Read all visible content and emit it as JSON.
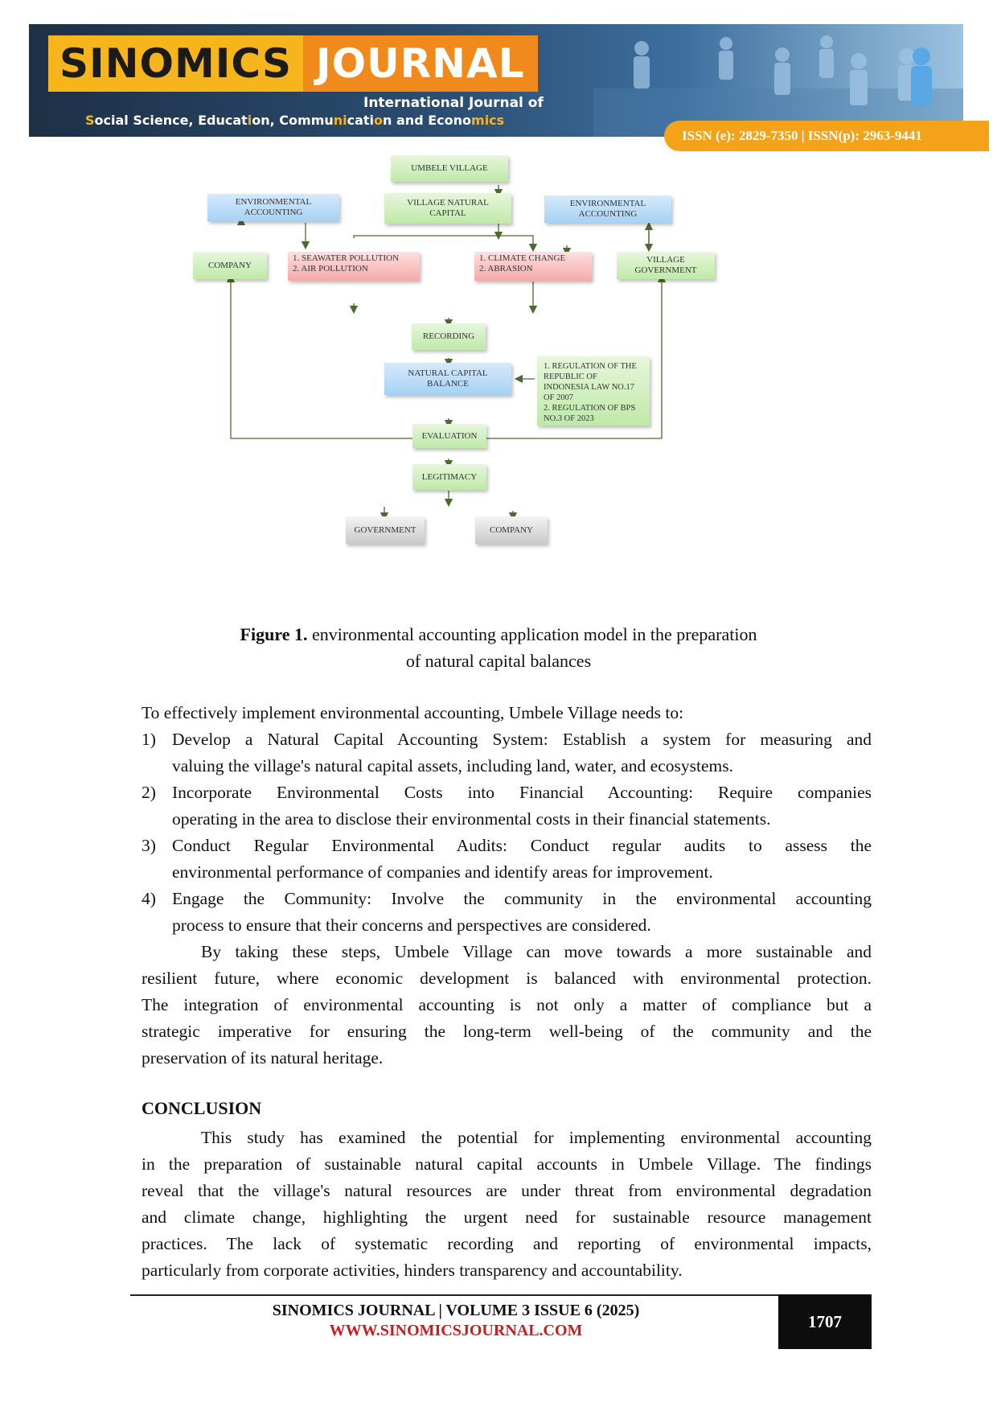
{
  "header": {
    "logo_word1": "SINOMICS",
    "logo_word2": "JOURNAL",
    "subtitle_line1": "International Journal of",
    "subtitle_line2_parts": [
      "S",
      "ocial Science, Educat",
      "i",
      "on, Commu",
      "ni",
      "cati",
      "o",
      "n and Econo",
      "mics"
    ],
    "issn": "ISSN (e): 2829-7350 | ISSN(p): 2963-9441"
  },
  "diagram": {
    "umbele_village": "UMBELE VILLAGE",
    "village_natural_capital": "VILLAGE NATURAL CAPITAL",
    "env_accounting_left": "ENVIRONMENTAL ACCOUNTING",
    "env_accounting_right": "ENVIRONMENTAL ACCOUNTING",
    "company_left": "COMPANY",
    "pollution": [
      "1. SEAWATER POLLUTION",
      "2. AIR POLLUTION"
    ],
    "climate": [
      "1. CLIMATE CHANGE",
      "2. ABRASION"
    ],
    "village_government": "VILLAGE GOVERNMENT",
    "recording": "RECORDING",
    "natural_capital_balance": "NATURAL CAPITAL BALANCE",
    "regulations": [
      "1.  REGULATION OF THE REPUBLIC OF INDONESIA LAW NO.17 OF 2007",
      "2.  REGULATION OF BPS NO.3 OF 2023"
    ],
    "evaluation": "EVALUATION",
    "legitimacy": "LEGITIMACY",
    "government": "GOVERNMENT",
    "company_bottom": "COMPANY"
  },
  "caption": {
    "label": "Figure 1.",
    "text_line1": " environmental accounting application model in the preparation",
    "text_line2": "of natural capital balances"
  },
  "body": {
    "intro": "To effectively implement environmental accounting, Umbele Village needs to:",
    "list": [
      {
        "num": "1)",
        "line1": "Develop a Natural Capital Accounting System: Establish a system for measuring and",
        "line2": "valuing the village's natural capital assets, including land, water, and ecosystems."
      },
      {
        "num": "2)",
        "line1": "Incorporate Environmental Costs into Financial Accounting: Require companies",
        "line2": "operating in the area to disclose their environmental costs in their financial statements."
      },
      {
        "num": "3)",
        "line1": "Conduct Regular Environmental Audits: Conduct regular audits to assess the",
        "line2": "environmental performance of companies and identify areas for improvement."
      },
      {
        "num": "4)",
        "line1": "Engage the Community: Involve the community in the environmental accounting",
        "line2": "process to ensure that their concerns and perspectives are considered."
      }
    ],
    "para_lines": [
      "By taking these steps, Umbele Village can move towards a more sustainable and",
      "resilient future, where economic development is balanced with environmental protection.",
      "The integration of environmental accounting is not only a matter of compliance but a",
      "strategic imperative for ensuring the long-term well-being of the community and the",
      "preservation of its natural heritage."
    ],
    "conclusion_heading": "CONCLUSION",
    "conclusion_lines": [
      "This study has examined the potential for implementing environmental accounting",
      "in the preparation of sustainable natural capital accounts in Umbele Village. The findings",
      "reveal that the village's natural resources are under threat from environmental degradation",
      "and climate change, highlighting the urgent need for sustainable resource management",
      "practices. The lack of systematic recording and reporting of environmental impacts,",
      "particularly from corporate activities, hinders transparency and accountability."
    ]
  },
  "footer": {
    "journal": "SINOMICS JOURNAL | VOLUME 3 ISSUE 6 (2025)",
    "url": "WWW.SINOMICSJOURNAL.COM",
    "page": "1707"
  }
}
